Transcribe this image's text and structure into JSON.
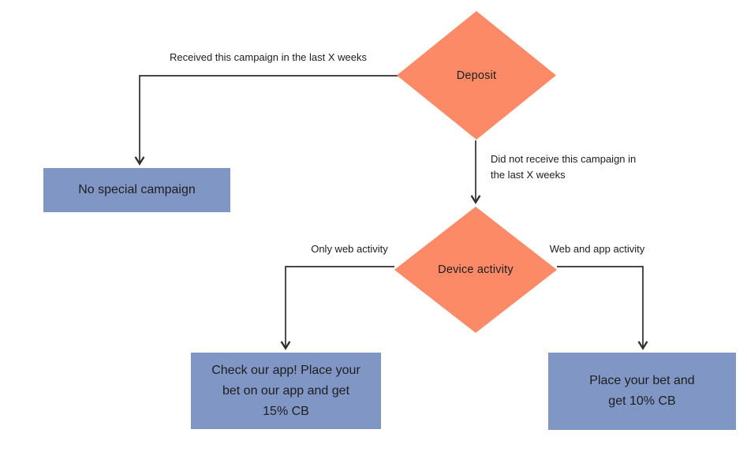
{
  "colors": {
    "decision_fill": "#fc8a66",
    "outcome_fill": "#8097c5",
    "connector": "#2e2e2e",
    "ink": "#1d1d1d",
    "bg": "#ffffff"
  },
  "flowchart": {
    "decisions": {
      "deposit": {
        "label": "Deposit"
      },
      "device_activity": {
        "label": "Device activity"
      }
    },
    "outcomes": {
      "no_campaign": {
        "label": "No special campaign"
      },
      "web_only": {
        "label": "Check our app! Place your bet on our app and get 15% CB",
        "lines": [
          "Check our app! Place your",
          "bet on our app and get",
          "15% CB"
        ]
      },
      "web_and_app": {
        "label": "Place your bet and get 10% CB",
        "lines": [
          "Place your bet and",
          "get 10% CB"
        ]
      }
    },
    "edge_labels": {
      "received": "Received this campaign in the last X weeks",
      "not_received": {
        "label": "Did not receive this campaign in the last X weeks",
        "lines": [
          "Did not receive this campaign in",
          "the last X weeks"
        ]
      },
      "only_web": "Only web activity",
      "web_and_app": "Web and app activity"
    }
  }
}
